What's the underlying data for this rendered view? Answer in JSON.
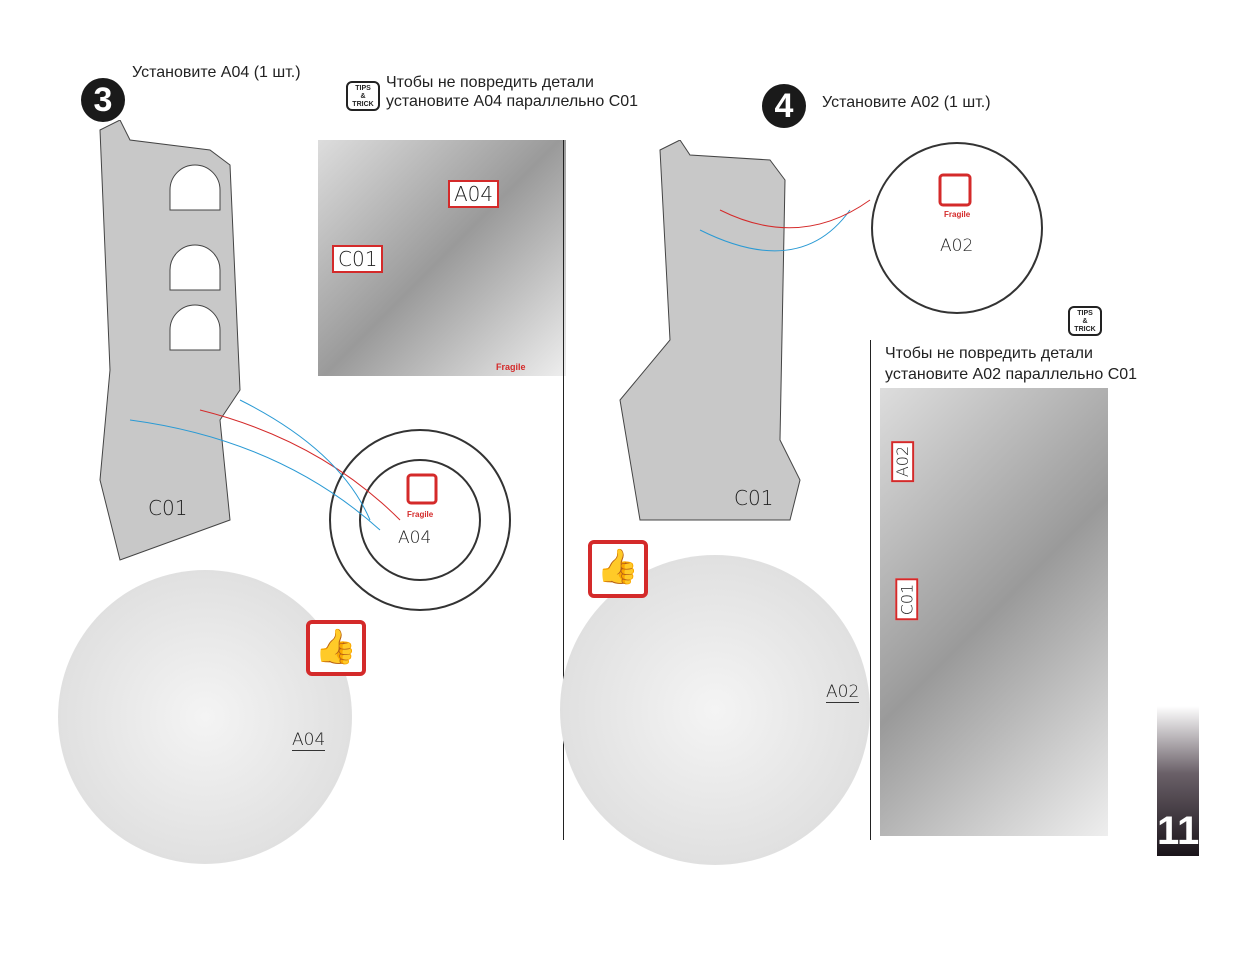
{
  "step3": {
    "number": "3",
    "title": "Установите А04 (1 шт.)",
    "tips_icon": "TIPS & TRICK",
    "tips_line1": "Чтобы не повредить детали",
    "tips_line2": "установите А04 параллельно С01",
    "label_part": "C01",
    "label_ring": "A04",
    "label_photo_a": "C01",
    "label_photo_b": "A04",
    "fragile": "Fragile",
    "result_label": "A04"
  },
  "step4": {
    "number": "4",
    "title": "Установите А02 (1 шт.)",
    "tips_icon": "TIPS & TRICK",
    "tips_line1": "Чтобы не повредить детали",
    "tips_line2": "установите А02 параллельно С01",
    "label_part": "C01",
    "label_ring": "A02",
    "label_photo_a": "A02",
    "label_photo_b": "C01",
    "fragile": "Fragile",
    "result_label": "A02"
  },
  "page_number": "11",
  "colors": {
    "accent": "#d42a2a",
    "blue": "#2a9ad4"
  }
}
